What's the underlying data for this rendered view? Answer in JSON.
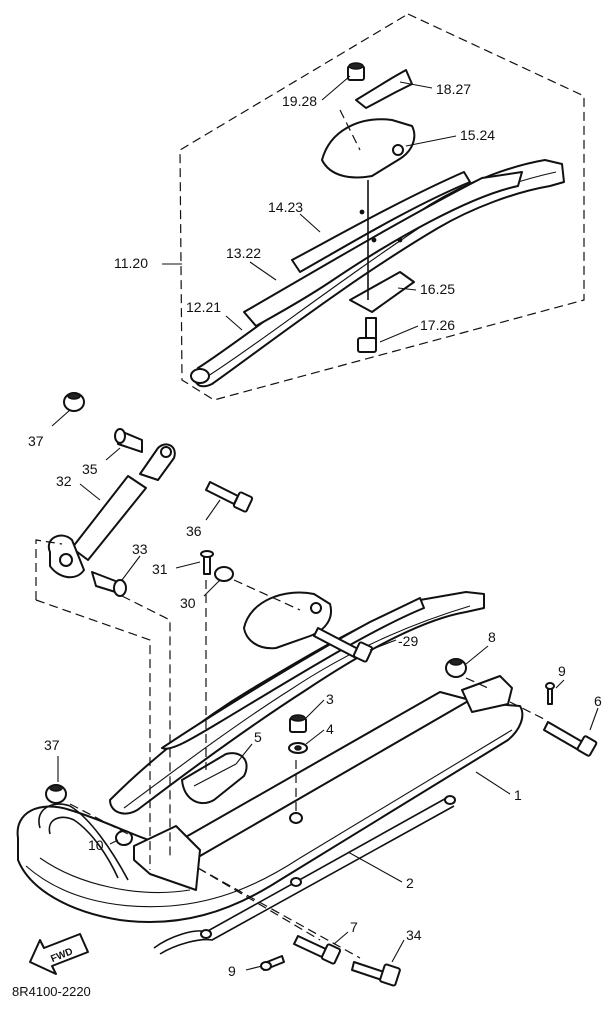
{
  "callouts": {
    "p19_28": "19.28",
    "p18_27": "18.27",
    "p15_24": "15.24",
    "p14_23": "14.23",
    "p11_20": "11.20",
    "p13_22": "13.22",
    "p16_25": "16.25",
    "p12_21": "12.21",
    "p17_26": "17.26",
    "p37a": "37",
    "p35": "35",
    "p32": "32",
    "p36": "36",
    "p33": "33",
    "p31": "31",
    "p30": "30",
    "p29": "-29",
    "p8": "8",
    "p9a": "9",
    "p6": "6",
    "p3": "3",
    "p4": "4",
    "p5": "5",
    "p37b": "37",
    "p1": "1",
    "p10": "10",
    "p2": "2",
    "p7": "7",
    "p34": "34",
    "p9b": "9"
  },
  "fwd_label": "FWD",
  "drawing_code": "8R4100-2220"
}
